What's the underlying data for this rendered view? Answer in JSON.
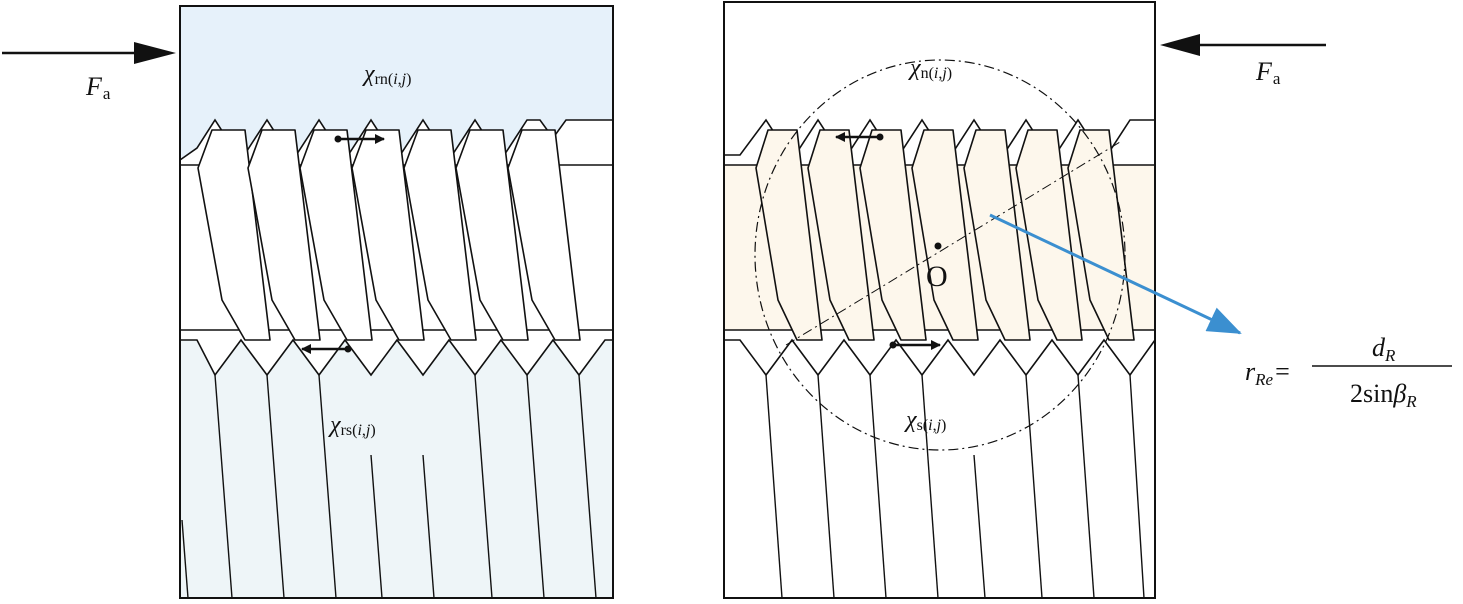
{
  "left_panel": {
    "force": {
      "symbol": "F",
      "subscript": "a"
    },
    "nut_label": {
      "symbol": "χ",
      "sub_prefix": "rn(",
      "sub_i": "i",
      "sub_sep": ",",
      "sub_j": "j",
      "sub_suffix": ")"
    },
    "screw_label": {
      "symbol": "χ",
      "sub_prefix": "rs(",
      "sub_i": "i",
      "sub_sep": ",",
      "sub_j": "j",
      "sub_suffix": ")"
    },
    "nut_fill_color": "#e6f1fa",
    "screw_fill_color": "#eef5f8"
  },
  "right_panel": {
    "force": {
      "symbol": "F",
      "subscript": "a"
    },
    "nut_label": {
      "symbol": "χ",
      "sub_prefix": "n(",
      "sub_i": "i",
      "sub_sep": ",",
      "sub_j": "j",
      "sub_suffix": ")"
    },
    "screw_label": {
      "symbol": "χ",
      "sub_prefix": "s(",
      "sub_i": "i",
      "sub_sep": ",",
      "sub_j": "j",
      "sub_suffix": ")"
    },
    "center_label": "O",
    "roller_fill_color": "#fdf7ec"
  },
  "formula": {
    "lhs": "r",
    "lhs_sub": "Re",
    "equals": "=",
    "numerator": "d",
    "numerator_sub": "R",
    "denominator_prefix": "2sin",
    "denominator_symbol": "β",
    "denominator_sub": "R"
  },
  "colors": {
    "line": "#111111",
    "pointer_arrow": "#3b8fd0"
  }
}
